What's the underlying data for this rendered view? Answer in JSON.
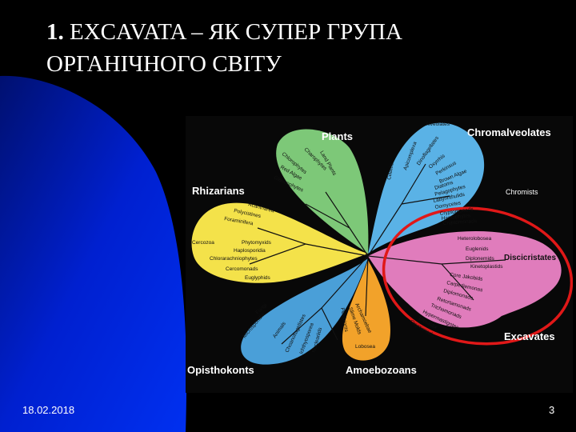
{
  "slide": {
    "title_number": "1.",
    "title_line1": "EXCAVATA – ЯК СУПЕР ГРУПА",
    "title_line2": "ОРГАНІЧНОГО СВІТУ",
    "date": "18.02.2018",
    "page_number": "3"
  },
  "figure": {
    "groups": {
      "plants": "Plants",
      "chromalveolates": "Chromalveolates",
      "rhizarians": "Rhizarians",
      "chromists": "Chromists",
      "discicristates": "Discicristates",
      "excavates": "Excavates",
      "opisthokonts": "Opisthokonts",
      "amoebozoans": "Amoebozoans"
    },
    "plants_taxa": [
      "Land Plants",
      "Charophytes",
      "Chlorophytes",
      "Red Algae",
      "Glaucophytes"
    ],
    "alveolate_taxa": [
      "Alveolates",
      "Ciliates",
      "Apicomplexa",
      "Dinoflagellates",
      "Oxyrrhis",
      "Perkinsus"
    ],
    "chromist_taxa": [
      "Brown Algae",
      "Diatoms",
      "Pelagophytes",
      "Labyrinthulids",
      "Oomycetes",
      "Cryptomonads",
      "Haptophytes",
      "Cryptomonads"
    ],
    "rhizarian_taxa": [
      "Acantharea",
      "Polycistines",
      "Foraminifera",
      "Cercozoa",
      "Phytomyxids",
      "Haplosporidia",
      "Chlorarachniophytes",
      "Cercomonads",
      "Euglyphids"
    ],
    "excavate_taxa": [
      "Heterolobosea",
      "Euglenids",
      "Diplonemids",
      "Kinetoplastids",
      "Core Jakobids",
      "Carpediemonas",
      "Diplomonads",
      "Retortamonads",
      "Trichomonads",
      "Hypermastigotes",
      "Trimastix",
      "Oxymonads"
    ],
    "opisthokont_taxa": [
      "Fungi",
      "Microsporidia",
      "Animals",
      "Choanoflagellates",
      "Ichthyosporea",
      "Nucleariids"
    ],
    "amoebozoan_taxa": [
      "Archamoebae",
      "Slime Molds",
      "Pelobionts",
      "Lobosea"
    ],
    "colors": {
      "plants": "#7dc878",
      "chromalveolates": "#5ab2e6",
      "rhizarians": "#f4e24a",
      "excavates": "#e07cbc",
      "opisthokonts": "#4a9fd8",
      "amoebozoans": "#f2a22a",
      "highlight": "#e01818",
      "background_blue": "#0018c8"
    }
  }
}
